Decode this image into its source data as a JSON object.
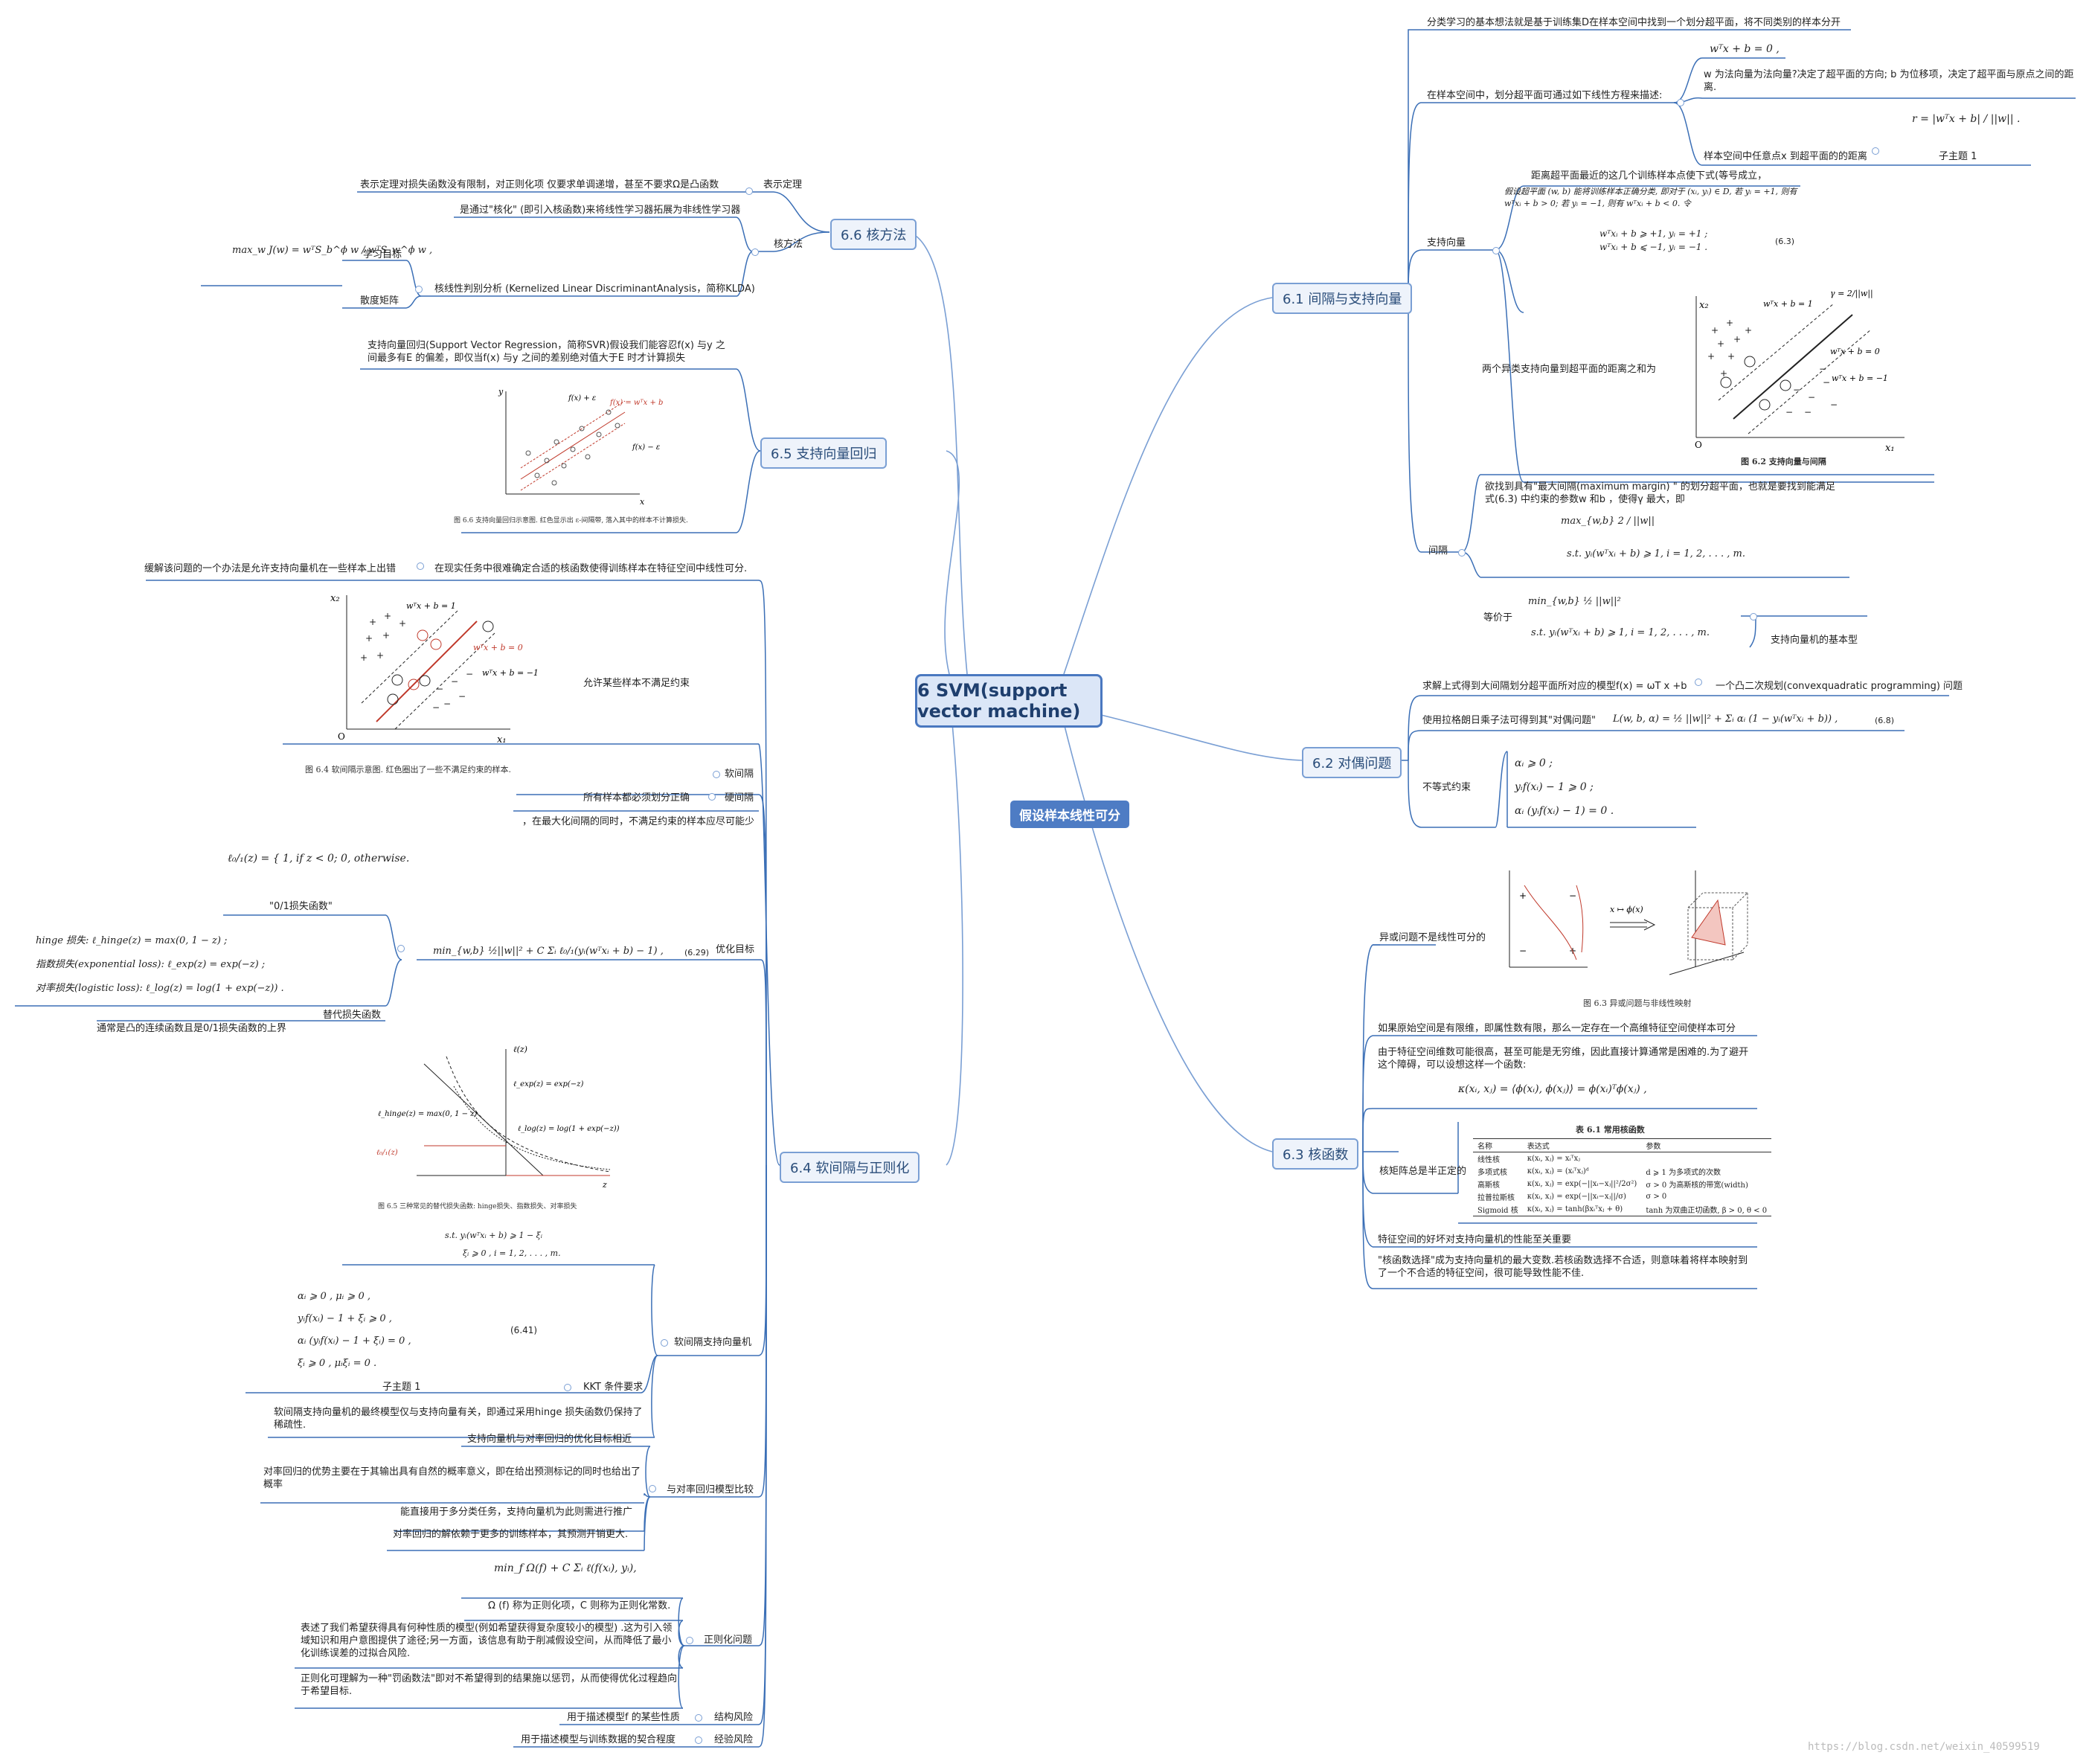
{
  "root": "6 SVM(support vector machine)",
  "floating_topic": "假设样本线性可分",
  "watermark": "https://blog.csdn.net/weixin_40599519",
  "b61": {
    "title": "6.1 间隔与支持向量",
    "basic_idea": "分类学习的基本想法就是基于训练集D在样本空间中找到一个划分超平面，将不同类别的样本分开",
    "hyperplane_desc": "在样本空间中，划分超平面可通过如下线性方程来描述:",
    "eq_hyperplane": "wᵀx + b = 0 ,",
    "w_desc": "w 为法向量为法向量?决定了超平面的方向; b 为位移项，决定了超平面与原点之间的距离.",
    "eq_distance": "r = |wᵀx + b| / ||w|| .",
    "distance_desc": "样本空间中任意点x 到超平面的的距离",
    "subtopic": "子主题 1",
    "support_vector": "支持向量",
    "sv_text1": "距离超平面最近的这几个训练样本点使下式(等号成立，",
    "sv_text2": "假设超平面 (w, b) 能将训练样本正确分类, 即对于 (xᵢ, yᵢ) ∈ D, 若 yᵢ = +1, 则有 wᵀxᵢ + b > 0; 若 yᵢ = −1, 则有 wᵀxᵢ + b < 0. 令",
    "sv_eq1": "wᵀxᵢ + b ⩾ +1,   yᵢ = +1 ;",
    "sv_eq2": "wᵀxᵢ + b ⩽ −1,   yᵢ = −1 .",
    "sv_eqno": "(6.3)",
    "sv_margin_desc": "两个异类支持向量到超平面的距离之和为",
    "fig62_caption": "图 6.2   支持向量与间隔",
    "fig62_gamma": "γ = 2/||w||",
    "fig62_l1": "wᵀx + b = 1",
    "fig62_l2": "wᵀx + b = 0",
    "fig62_l3": "wᵀx + b = −1",
    "fig_x1": "x₁",
    "fig_x2": "x₂",
    "fig_o": "O",
    "margin": "间隔",
    "margin_text": "欲找到具有\"最大间隔(maximum margin) \" 的划分超平面，也就是要找到能满足式(6.3) 中约束的参数w 和b ，使得γ 最大，即",
    "margin_max": "max_{w,b}  2 / ||w||",
    "margin_st": "s.t.  yᵢ(wᵀxᵢ + b) ⩾ 1,    i = 1, 2, . . . , m.",
    "equiv": "等价于",
    "equiv_min": "min_{w,b}  ½ ||w||²",
    "equiv_st": "s.t.  yᵢ(wᵀxᵢ + b) ⩾ 1,    i = 1, 2, . . . , m.",
    "basic_model": "支持向量机的基本型"
  },
  "b62": {
    "title": "6.2 对偶问题",
    "solve": "求解上式得到大间隔划分超平面所对应的模型f(x) = ωT x +b",
    "qp": "一个凸二次规划(convexquadratic programming) 问题",
    "lagrange": "使用拉格朗日乘子法可得到其\"对偶问题\"",
    "lagrange_eq": "L(w, b, α) = ½ ||w||² + Σᵢ αᵢ (1 − yᵢ(wᵀxᵢ + b)) ,",
    "lagrange_no": "(6.8)",
    "ineq": "不等式约束",
    "kkt1": "αᵢ ⩾ 0 ;",
    "kkt2": "yᵢf(xᵢ) − 1 ⩾ 0 ;",
    "kkt3": "αᵢ (yᵢf(xᵢ) − 1) = 0 ."
  },
  "b63": {
    "title": "6.3 核函数",
    "xor": "异或问题不是线性可分的",
    "fig63_caption": "图 6.3   异或问题与非线性映射",
    "fig63_map": "x ↦ ϕ(x)",
    "finite": "如果原始空间是有限维，即属性数有限，那么一定存在一个高维特征空间使样本可分",
    "trick": "由于特征空间维数可能很高，甚至可能是无穷维，因此直接计算通常是困难的.为了避开这个障碍，可以设想这样一个函数:",
    "kernel_eq": "κ(xᵢ, xⱼ) = ⟨ϕ(xᵢ), ϕ(xⱼ)⟩ = ϕ(xᵢ)ᵀϕ(xⱼ) ,",
    "psd": "核矩阵总是半正定的",
    "table_title": "表 6.1   常用核函数",
    "table_headers": [
      "名称",
      "表达式",
      "参数"
    ],
    "table_rows": [
      [
        "线性核",
        "κ(xᵢ, xⱼ) = xᵢᵀxⱼ",
        ""
      ],
      [
        "多项式核",
        "κ(xᵢ, xⱼ) = (xᵢᵀxⱼ)ᵈ",
        "d ⩾ 1 为多项式的次数"
      ],
      [
        "高斯核",
        "κ(xᵢ, xⱼ) = exp(−||xᵢ−xⱼ||²/2σ²)",
        "σ > 0 为高斯核的带宽(width)"
      ],
      [
        "拉普拉斯核",
        "κ(xᵢ, xⱼ) = exp(−||xᵢ−xⱼ||/σ)",
        "σ > 0"
      ],
      [
        "Sigmoid 核",
        "κ(xᵢ, xⱼ) = tanh(βxᵢᵀxⱼ + θ)",
        "tanh 为双曲正切函数, β > 0, θ < 0"
      ]
    ],
    "important": "特征空间的好坏对支持向量机的性能至关重要",
    "selection": "\"核函数选择\"成为支持向量机的最大变数.若核函数选择不合适，则意味着将样本映射到了一个不合适的特征空间，很可能导致性能不佳."
  },
  "b66": {
    "title": "6.6 核方法",
    "repr": "表示定理",
    "repr_text": "表示定理对损失函数没有限制，对正则化项 仅要求单调递增，甚至不要求Ω是凸函数",
    "kernel_method": "核方法",
    "km_text": "是通过\"核化\" (即引入核函数)来将线性学习器拓展为非线性学习器",
    "kfda_eq": "max_w J(w) = wᵀS_b^ϕ w / wᵀS_w^ϕ w ,",
    "objective": "学习目标",
    "kfda": "核线性判别分析 (Kernelized Linear DiscriminantAnalysis，简称KLDA)",
    "scatter": "散度矩阵"
  },
  "b65": {
    "title": "6.5 支持向量回归",
    "svr_text": "支持向量回归(Support Vector Regression，简称SVR)假设我们能容忍f(x) 与y 之间最多有E 的偏差，即仅当f(x) 与y 之间的差别绝对值大于E 时才计算损失",
    "fig66_caption": "图 6.6   支持向量回归示意图. 红色显示出 ε-间隔带, 落入其中的样本不计算损失.",
    "fig66_l1": "f(x) + ε",
    "fig66_l2": "f(x) = wᵀx + b",
    "fig66_l3": "f(x) − ε",
    "fig66_y": "y",
    "fig66_x": "x"
  },
  "b64": {
    "title": "6.4 软间隔与正则化",
    "intro": "在现实任务中很难确定合适的核函数使得训练样本在特征空间中线性可分.",
    "ease": "缓解该问题的一个办法是允许支持向量机在一些样本上出错",
    "fig64_caption": "图 6.4   软间隔示意图. 红色圈出了一些不满足约束的样本.",
    "allow": "允许某些样本不满足约束",
    "soft": "软间隔",
    "hard": "硬间隔",
    "hard_text": "所有样本都必须划分正确",
    "max_text": "，在最大化间隔的同时，不满足约束的样本应尽可能少",
    "loss01_eq": "ℓ₀/₁(z) = { 1, if z < 0;  0, otherwise.",
    "loss01": "\"0/1损失函数\"",
    "hinge": "hinge 损失: ℓ_hinge(z) = max(0, 1 − z) ;",
    "exp": "指数损失(exponential loss): ℓ_exp(z) = exp(−z) ;",
    "log": "对率损失(logistic loss): ℓ_log(z) = log(1 + exp(−z)) .",
    "surrogate": "替代损失函数",
    "surrogate_text": "通常是凸的连续函数且是0/1损失函数的上界",
    "obj_eq": "min_{w,b} ½||w||² + C Σᵢ ℓ₀/₁(yᵢ(wᵀxᵢ + b) − 1) ,",
    "obj_no": "(6.29)",
    "objective": "优化目标",
    "fig65_caption": "图 6.5   三种常见的替代损失函数: hinge损失、指数损失、对率损失",
    "fig65_hinge": "ℓ_hinge(z) = max(0, 1 − z)",
    "fig65_exp": "ℓ_exp(z) = exp(−z)",
    "fig65_log": "ℓ_log(z) = log(1 + exp(−z))",
    "fig65_01": "ℓ₀/₁(z)",
    "fig65_l": "ℓ(z)",
    "fig65_z": "z",
    "slack_st": "s.t.  yᵢ(wᵀxᵢ + b) ⩾ 1 − ξᵢ",
    "slack_xi": "ξᵢ ⩾ 0 ,  i = 1, 2, . . . , m.",
    "kkt_lines": [
      "αᵢ ⩾ 0 ,    μᵢ ⩾ 0 ,",
      "yᵢf(xᵢ) − 1 + ξᵢ ⩾ 0 ,",
      "αᵢ (yᵢf(xᵢ) − 1 + ξᵢ) = 0 ,",
      "ξᵢ ⩾ 0 ,  μᵢξᵢ = 0 ."
    ],
    "kkt_no": "(6.41)",
    "subtopic": "子主题 1",
    "kkt": "KKT 条件要求",
    "soft_svm": "软间隔支持向量机",
    "soft_svm_text": "软间隔支持向量机的最终模型仅与支持向量有关，即通过采用hinge 损失函数仍保持了稀疏性.",
    "compare": "与对率回归模型比较",
    "c1": "支持向量机与对率回归的优化目标相近",
    "c2": "对率回归的优势主要在于其输出具有自然的概率意义，即在给出预测标记的同时也给出了概率",
    "c3": "能直接用于多分类任务，支持向量机为此则需进行推广",
    "c4": "对率回归的解依赖于更多的训练样本，其预测开销更大.",
    "reg_eq": "min_f  Ω(f) + C Σᵢ ℓ(f(xᵢ), yᵢ),",
    "reg": "正则化问题",
    "r1": "Ω (f) 称为正则化项，C 则称为正则化常数.",
    "r2": "表述了我们希望获得具有何种性质的模型(例如希望获得复杂度较小的模型) .这为引入领域知识和用户意图提供了途径;另一方面，该信息有助于削减假设空间，从而降低了最小化训练误差的过拟合风险.",
    "r3": "正则化可理解为一种\"罚函数法\"即对不希望得到的结果施以惩罚，从而使得优化过程趋向于希望目标.",
    "struct": "结构风险",
    "struct_text": "用于描述模型f 的某些性质",
    "emp": "经验风险",
    "emp_text": "用于描述模型与训练数据的契合程度"
  },
  "colors": {
    "line": "#3b6fb6",
    "branch_bg": "#eef3fb",
    "root_bg": "#dbe6f7",
    "accent": "#4e7cc4",
    "red": "#c0392b"
  }
}
